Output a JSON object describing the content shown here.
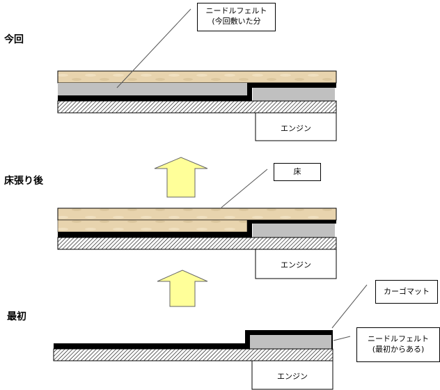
{
  "sections": {
    "current": {
      "title": "今回",
      "label_line1": "ニードルフェルト",
      "label_line2": "(今回敷いた分",
      "engine": "エンジン"
    },
    "after_floor": {
      "title": "床張り後",
      "label": "床",
      "engine": "エンジン"
    },
    "initial": {
      "title": "最初",
      "label_mat": "カーゴマット",
      "label_felt_line1": "ニードルフェルト",
      "label_felt_line2": "(最初からある)",
      "engine": "エンジン"
    }
  },
  "colors": {
    "floor": "#e8d4ae",
    "felt": "#c0c0c0",
    "mat": "#000000",
    "arrow": "#ffff99"
  }
}
